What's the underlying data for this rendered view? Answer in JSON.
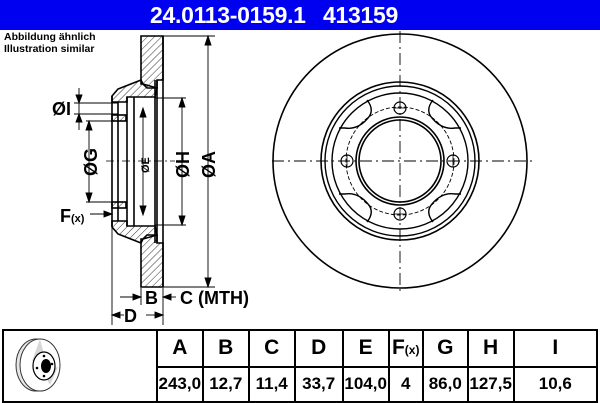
{
  "header": {
    "part_number": "24.0113-0159.1",
    "reference": "413159",
    "background_color": "#0000f0"
  },
  "note": {
    "line1": "Abbildung ähnlich",
    "line2": "Illustration similar"
  },
  "drawing_labels": {
    "I": "ØI",
    "G": "ØG",
    "E": "ØE",
    "H": "ØH",
    "A": "ØA",
    "F": "F",
    "F_sub": "(x)",
    "B": "B",
    "C": "C (MTH)",
    "D": "D"
  },
  "table": {
    "columns": [
      {
        "key": "A",
        "label": "A",
        "value": "243,0"
      },
      {
        "key": "B",
        "label": "B",
        "value": "12,7"
      },
      {
        "key": "C",
        "label": "C",
        "value": "11,4"
      },
      {
        "key": "D",
        "label": "D",
        "value": "33,7"
      },
      {
        "key": "E",
        "label": "E",
        "value": "104,0"
      },
      {
        "key": "F",
        "label": "F",
        "sub": "(x)",
        "value": "4"
      },
      {
        "key": "G",
        "label": "G",
        "value": "86,0"
      },
      {
        "key": "H",
        "label": "H",
        "value": "127,5"
      },
      {
        "key": "I",
        "label": "I",
        "value": "10,6"
      }
    ]
  },
  "icons": {
    "thumbnail": "brake-disc-thumbnail-icon"
  }
}
